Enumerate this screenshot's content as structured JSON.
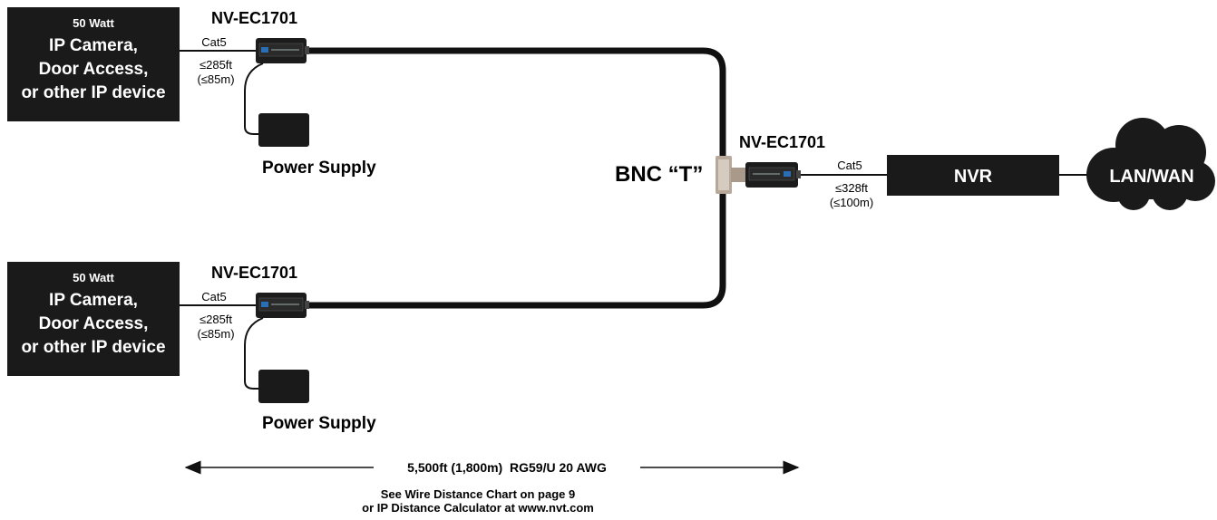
{
  "colors": {
    "box": "#1a1a1a",
    "box_text": "#ffffff",
    "cable": "#111111",
    "transceiver_label": "#2a6fb5",
    "bnc_t": "#b8a89a"
  },
  "camera_top": {
    "watt": "50 Watt",
    "line1": "IP Camera,",
    "line2": "Door Access,",
    "line3": "or other IP device"
  },
  "camera_bottom": {
    "watt": "50 Watt",
    "line1": "IP Camera,",
    "line2": "Door Access,",
    "line3": "or other IP device"
  },
  "transceiver_top": {
    "model": "NV-EC1701"
  },
  "transceiver_bottom": {
    "model": "NV-EC1701"
  },
  "transceiver_right": {
    "model": "NV-EC1701"
  },
  "link_top": {
    "cable": "Cat5",
    "ft": "≤285ft",
    "m": "(≤85m)"
  },
  "link_bottom": {
    "cable": "Cat5",
    "ft": "≤285ft",
    "m": "(≤85m)"
  },
  "link_nvr": {
    "cable": "Cat5",
    "ft": "≤328ft",
    "m": "(≤100m)"
  },
  "power_top": {
    "label": "Power Supply"
  },
  "power_bottom": {
    "label": "Power Supply"
  },
  "bnc_t": {
    "label": "BNC “T”"
  },
  "nvr": {
    "label": "NVR"
  },
  "cloud": {
    "label": "LAN/WAN"
  },
  "distance": {
    "label": "5,500ft (1,800m)  RG59/U 20 AWG",
    "note_line1": "See Wire Distance Chart on page 9",
    "note_line2": "or IP Distance Calculator at www.nvt.com"
  }
}
